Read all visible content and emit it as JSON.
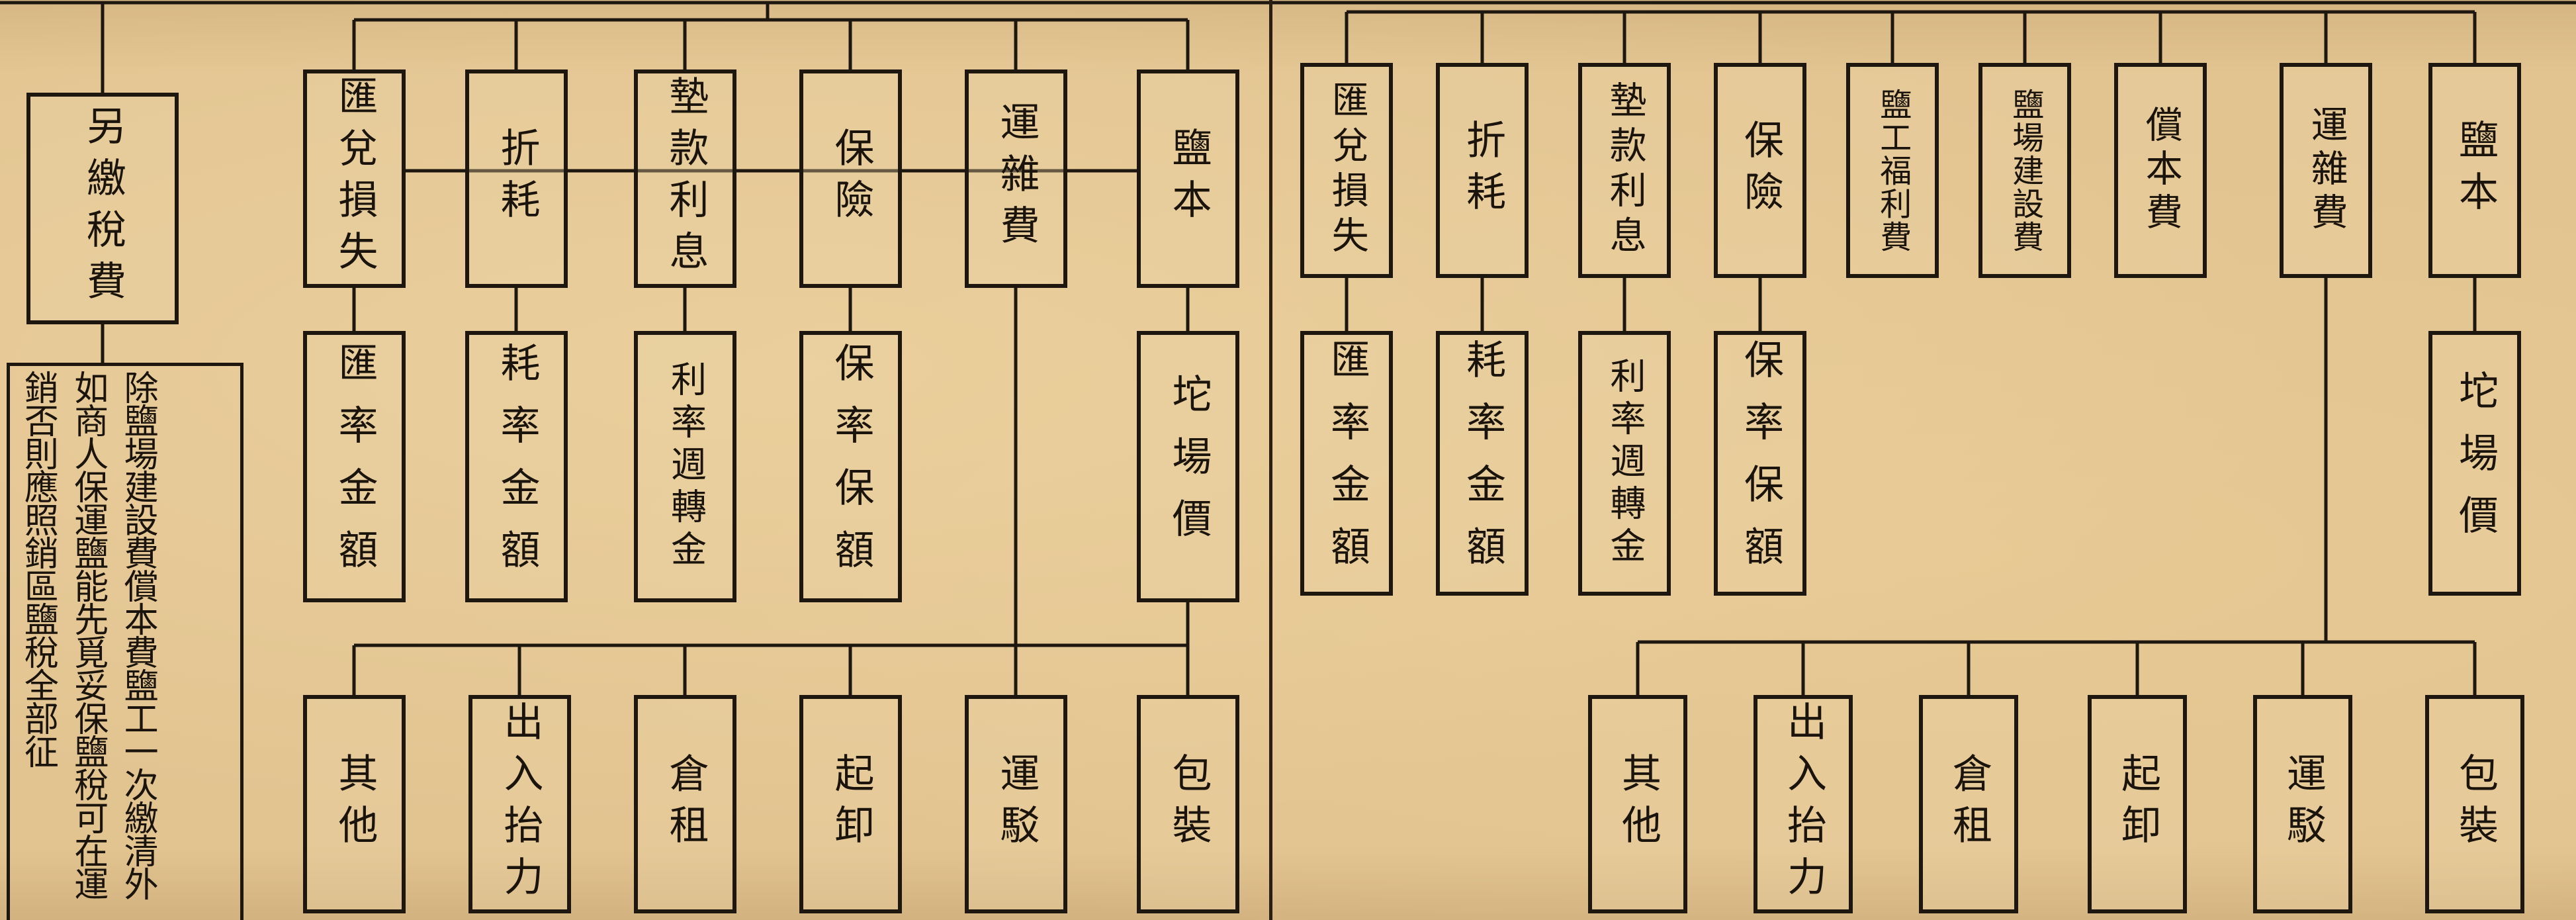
{
  "left": {
    "side_box": "另繳稅費",
    "note": "除鹽場建設費償本費鹽工一次繳清外如商人保運鹽能先覓妥保鹽稅可在運銷否則應照銷區鹽稅全部征",
    "top_row": [
      "匯兌損失",
      "折耗",
      "墊款利息",
      "保險",
      "運雜費",
      "鹽本"
    ],
    "second_row": [
      "匯率金額",
      "耗率金額",
      "利率週轉金",
      "保率保額",
      "坨場價"
    ],
    "bottom_row": [
      "其他",
      "出入抬力",
      "倉租",
      "起卸",
      "運駁",
      "包裝"
    ]
  },
  "right": {
    "top_row": [
      "匯兌損失",
      "折耗",
      "墊款利息",
      "保險",
      "鹽工福利費",
      "鹽場建設費",
      "償本費",
      "運雜費",
      "鹽本"
    ],
    "second_row": [
      "匯率金額",
      "耗率金額",
      "利率週轉金",
      "保率保額",
      "坨場價"
    ],
    "bottom_row": [
      "其他",
      "出入抬力",
      "倉租",
      "起卸",
      "運駁",
      "包裝"
    ]
  }
}
